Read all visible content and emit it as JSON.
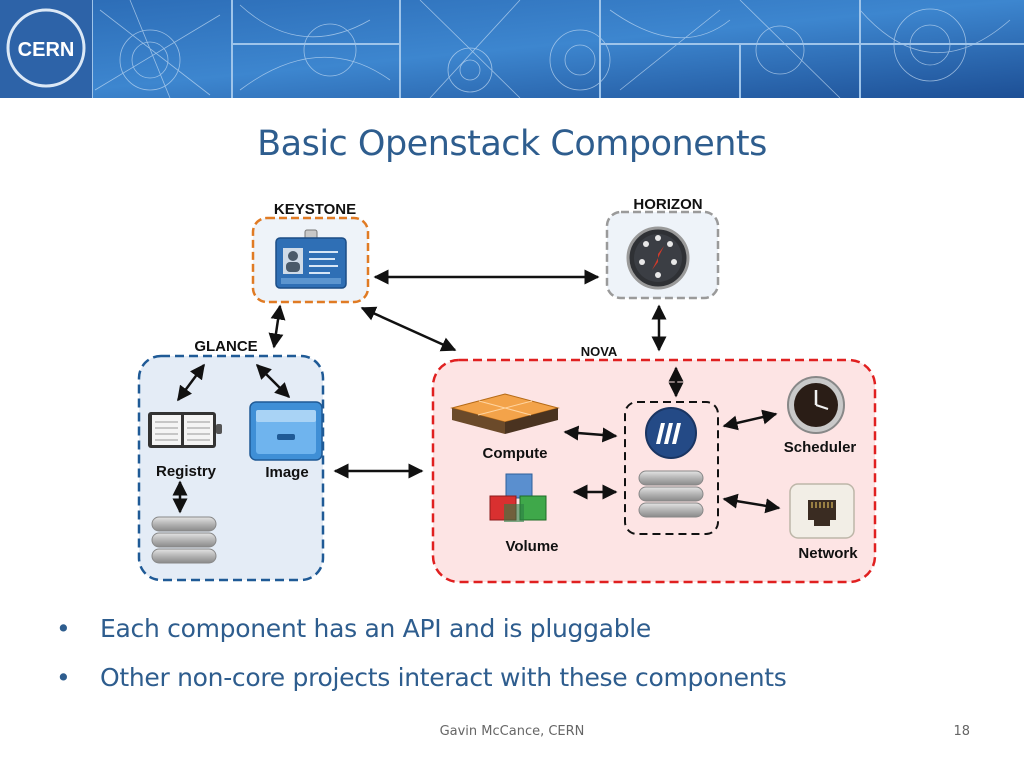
{
  "banner": {
    "logo_text": "CERN"
  },
  "title": "Basic Openstack Components",
  "diagram": {
    "keystone": "KEYSTONE",
    "horizon": "HORIZON",
    "glance": "GLANCE",
    "nova": "NOVA",
    "registry": "Registry",
    "image": "Image",
    "compute": "Compute",
    "volume": "Volume",
    "scheduler": "Scheduler",
    "network": "Network"
  },
  "bullets": [
    "Each component has an API and is pluggable",
    "Other non-core projects interact with these components"
  ],
  "footer": {
    "author": "Gavin McCance, CERN",
    "page": "18"
  },
  "colors": {
    "title": "#2e5d8e",
    "keystone_border": "#e07b24",
    "glance_border": "#1f5a96",
    "nova_border": "#e02020",
    "horizon_border": "#9a9a9a"
  }
}
